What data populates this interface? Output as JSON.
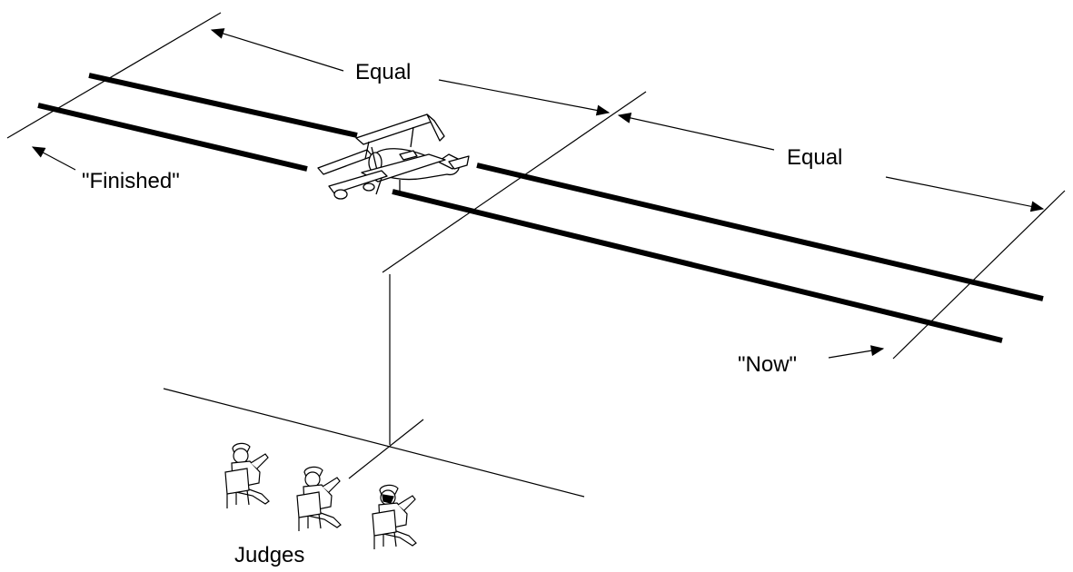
{
  "labels": {
    "equal_left": "Equal",
    "equal_right": "Equal",
    "finished": "\"Finished\"",
    "now": "\"Now\"",
    "judges": "Judges"
  },
  "colors": {
    "ink": "#000000",
    "background": "#ffffff"
  },
  "icons": [
    "biplane-icon",
    "judge-icon",
    "arrowhead-icon"
  ]
}
